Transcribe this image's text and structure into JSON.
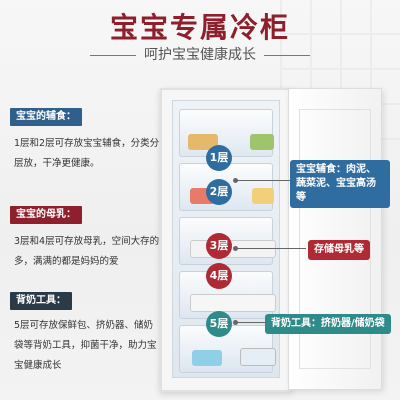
{
  "header": {
    "title": "宝宝专属冷柜",
    "subtitle": "呵护宝宝健康成长"
  },
  "sections": [
    {
      "tag": "宝宝的辅食：",
      "text": "1层和2层可存放宝宝辅食，分类分层放，干净更健康。",
      "color": "#2f5f8a"
    },
    {
      "tag": "宝宝的母乳：",
      "text": "3层和4层可存放母乳，空间大存的多，满满的都是妈妈的爱",
      "color": "#8e1f2c"
    },
    {
      "tag": "背奶工具：",
      "text": "5层可存放保鲜包、挤奶器、储奶袋等背奶工具，抑菌干净，助力宝宝健康成长",
      "color": "#2b3a47"
    }
  ],
  "layers": [
    "1层",
    "2层",
    "3层",
    "4层",
    "5层"
  ],
  "right_labels": [
    {
      "text": "宝宝辅食：肉泥、蔬菜泥、宝宝高汤等",
      "color": "#2f6da1"
    },
    {
      "text": "存储母乳等",
      "color": "#b02a35"
    },
    {
      "text": "背奶工具：挤奶器/储奶袋",
      "color": "#2f8a8a"
    }
  ]
}
